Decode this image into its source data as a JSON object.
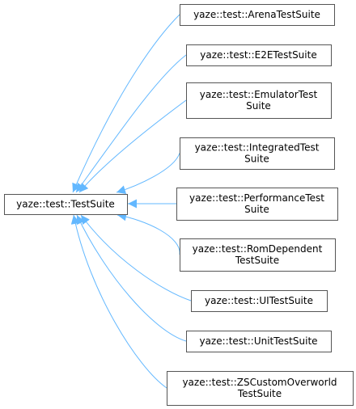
{
  "diagram": {
    "edge_color": "#63b8ff",
    "base": {
      "lines": [
        "yaze::test::TestSuite"
      ]
    },
    "children": [
      {
        "lines": [
          "yaze::test::ArenaTestSuite"
        ]
      },
      {
        "lines": [
          "yaze::test::E2ETestSuite"
        ]
      },
      {
        "lines": [
          "yaze::test::EmulatorTest",
          "Suite"
        ]
      },
      {
        "lines": [
          "yaze::test::IntegratedTest",
          "Suite"
        ]
      },
      {
        "lines": [
          "yaze::test::PerformanceTest",
          "Suite"
        ]
      },
      {
        "lines": [
          "yaze::test::RomDependent",
          "TestSuite"
        ]
      },
      {
        "lines": [
          "yaze::test::UITestSuite"
        ]
      },
      {
        "lines": [
          "yaze::test::UnitTestSuite"
        ]
      },
      {
        "lines": [
          "yaze::test::ZSCustomOverworld",
          "TestSuite"
        ]
      }
    ]
  }
}
